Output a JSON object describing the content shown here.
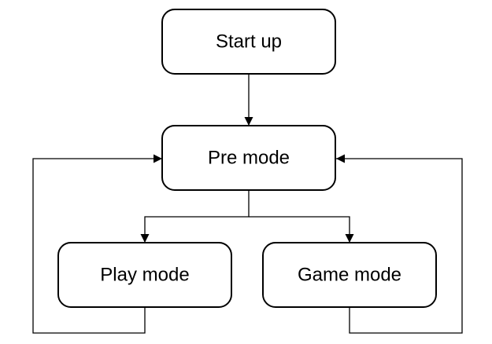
{
  "nodes": {
    "start_up": "Start up",
    "pre_mode": "Pre mode",
    "play_mode": "Play mode",
    "game_mode": "Game mode"
  },
  "colors": {
    "stroke": "#000000",
    "fill": "#ffffff"
  }
}
